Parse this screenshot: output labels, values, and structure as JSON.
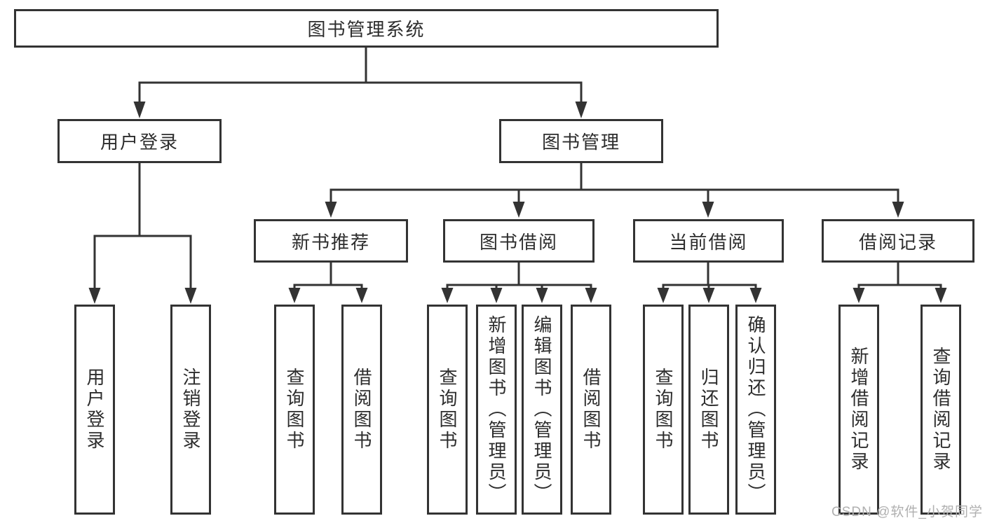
{
  "diagram": {
    "root": {
      "label": "图书管理系统"
    },
    "branches": [
      {
        "label": "用户登录",
        "children": [
          {
            "label": "用户登录"
          },
          {
            "label": "注销登录"
          }
        ]
      },
      {
        "label": "图书管理",
        "children": [
          {
            "label": "新书推荐",
            "children": [
              {
                "label": "查询图书"
              },
              {
                "label": "借阅图书"
              }
            ]
          },
          {
            "label": "图书借阅",
            "children": [
              {
                "label": "查询图书"
              },
              {
                "label": "新增图书（管理员）"
              },
              {
                "label": "编辑图书（管理员）"
              },
              {
                "label": "借阅图书"
              }
            ]
          },
          {
            "label": "当前借阅",
            "children": [
              {
                "label": "查询图书"
              },
              {
                "label": "归还图书"
              },
              {
                "label": "确认归还（管理员）"
              }
            ]
          },
          {
            "label": "借阅记录",
            "children": [
              {
                "label": "新增借阅记录"
              },
              {
                "label": "查询借阅记录"
              }
            ]
          }
        ]
      }
    ]
  },
  "watermark": {
    "text": "CSDN @软件_小贺同学"
  },
  "colors": {
    "line": "#333333",
    "box_border": "#333333",
    "text": "#2d2d2d",
    "watermark": "#b0b0b0",
    "background": "#ffffff"
  }
}
